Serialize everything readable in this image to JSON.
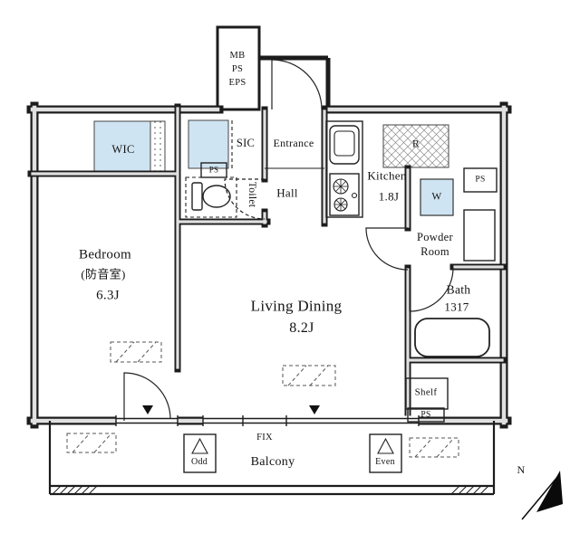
{
  "colors": {
    "highlight_blue": "#cfe4f2",
    "wall_edge": "#1c1c1c",
    "wall_fill": "#e0e0e0",
    "background": "#ffffff"
  },
  "shaft": {
    "mb": "MB",
    "ps": "PS",
    "eps": "EPS"
  },
  "rooms": {
    "wic": {
      "label": "WIC"
    },
    "sic": {
      "label": "SIC"
    },
    "entrance": {
      "label": "Entrance"
    },
    "hall": {
      "label": "Hall"
    },
    "toilet": {
      "label": "Toilet"
    },
    "kitchen": {
      "label": "Kitchen",
      "size": "1.8J"
    },
    "fridge": {
      "label": "R"
    },
    "washer": {
      "label": "W"
    },
    "powder_room": {
      "line1": "Powder",
      "line2": "Room"
    },
    "bath": {
      "label": "Bath",
      "size": "1317"
    },
    "bedroom": {
      "label": "Bedroom",
      "note": "(防音室)",
      "size": "6.3J"
    },
    "living_dining": {
      "label": "Living Dining",
      "size": "8.2J"
    },
    "shelf": {
      "label": "Shelf"
    },
    "balcony": {
      "label": "Balcony"
    }
  },
  "annotations": {
    "fix": "FIX",
    "odd": "Odd",
    "even": "Even",
    "ps_toilet": "PS",
    "ps_kitchen": "PS",
    "ps_shelf": "PS",
    "north": "N"
  }
}
